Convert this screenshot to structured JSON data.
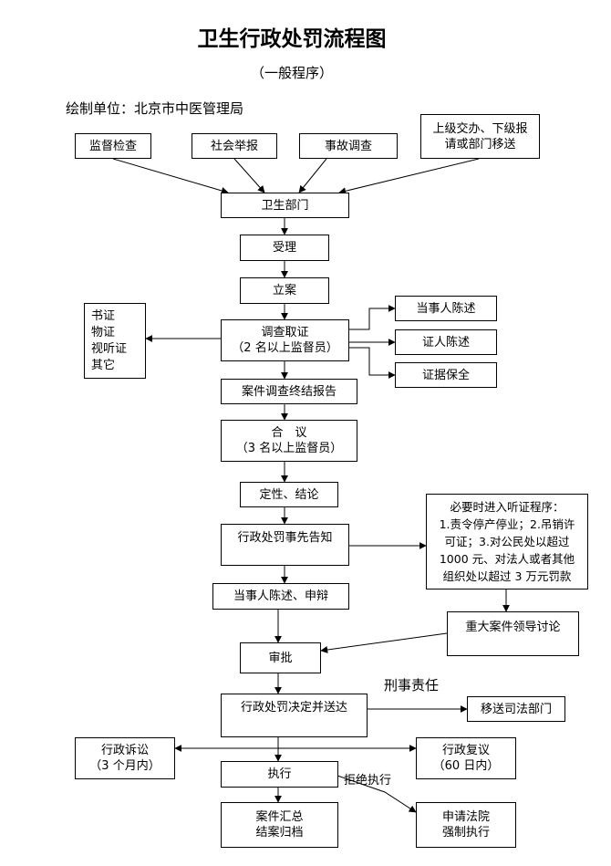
{
  "title": "卫生行政处罚流程图",
  "subtitle": "（一般程序）",
  "unit": "绘制单位：北京市中医管理局",
  "nodes": {
    "supervision": "监督检查",
    "report": "社会举报",
    "accident": "事故调查",
    "transfer": "上级交办、下级报\n请或部门移送",
    "dept": "卫生部门",
    "accept": "受理",
    "file": "立案",
    "investigate": "调查取证\n（2 名以上监督员）",
    "evidence_types": "书证\n物证\n视听证\n其它",
    "party_statement": "当事人陈述",
    "witness_statement": "证人陈述",
    "evidence_preserve": "证据保全",
    "final_report": "案件调查终结报告",
    "deliberation": "合　议\n（3 名以上监督员）",
    "conclusion": "定性、结论",
    "prior_notice": "行政处罚事先告知",
    "hearing": "必要时进入听证程序：\n1.责令停产停业；2.吊销许\n可证；3.对公民处以超过\n1000 元、对法人或者其他\n组织处以超过 3 万元罚款",
    "defense": "当事人陈述、申辩",
    "major_case": "重大案件领导讨论",
    "approval": "审批",
    "decision": "行政处罚决定并送达",
    "judicial": "移送司法部门",
    "litigation": "行政诉讼\n（3 个月内）",
    "reconsideration": "行政复议\n（60 日内）",
    "execute": "执行",
    "archive": "案件汇总\n结案归档",
    "court": "申请法院\n强制执行"
  },
  "labels": {
    "criminal": "刑事责任",
    "refuse": "拒绝执行"
  }
}
